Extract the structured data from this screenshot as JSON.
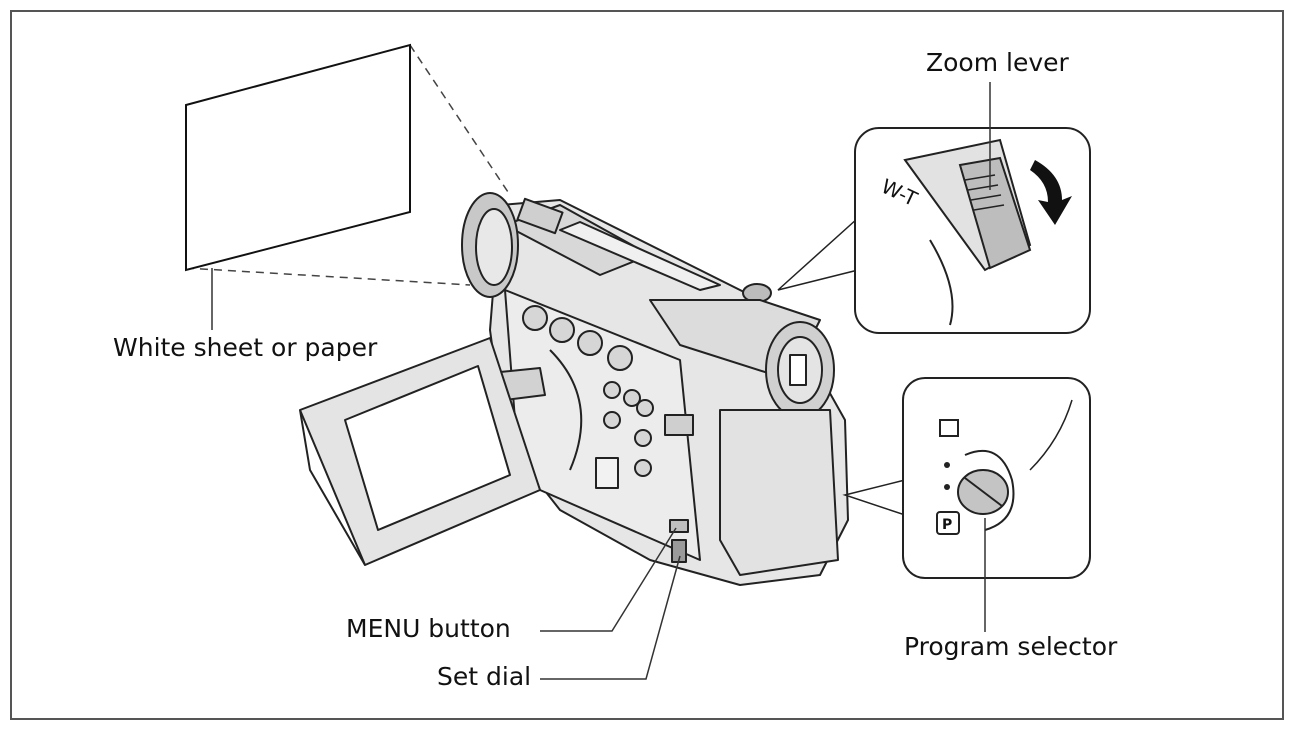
{
  "labels": {
    "zoom_lever": "Zoom lever",
    "white_sheet": "White sheet or paper",
    "menu_button": "MENU button",
    "set_dial": "Set dial",
    "program_selector": "Program selector"
  },
  "zoom_inset": {
    "scale_text": "W-T"
  },
  "program_inset": {
    "mode_letter": "P"
  }
}
